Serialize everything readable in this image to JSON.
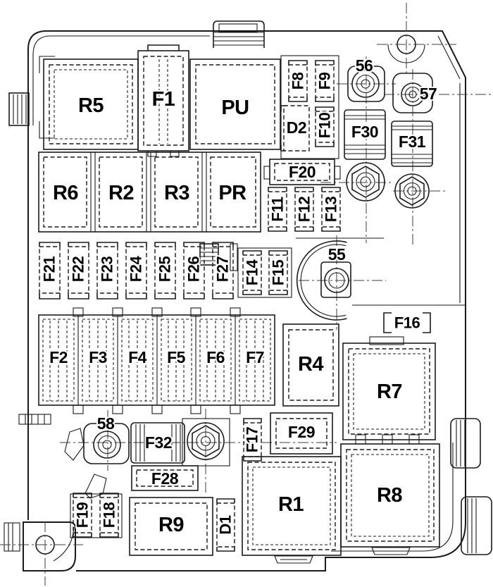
{
  "diagram": {
    "kind": "fuse-box-layout",
    "colors": {
      "line": "#1a1a1a",
      "background": "#ffffff",
      "label": "#000000"
    }
  },
  "labels": {
    "r5": "R5",
    "f1": "F1",
    "pu": "PU",
    "f8": "F8",
    "f9": "F9",
    "d2": "D2",
    "f10": "F10",
    "b56": "56",
    "b57": "57",
    "f30": "F30",
    "f31": "F31",
    "f20": "F20",
    "r6": "R6",
    "r2": "R2",
    "r3": "R3",
    "pr": "PR",
    "f11": "F11",
    "f12": "F12",
    "f13": "F13",
    "f21": "F21",
    "f22": "F22",
    "f23": "F23",
    "f24": "F24",
    "f25": "F25",
    "f26": "F26",
    "f27": "F27",
    "f14": "F14",
    "f15": "F15",
    "b55": "55",
    "f16": "F16",
    "f2": "F2",
    "f3": "F3",
    "f4": "F4",
    "f5": "F5",
    "f6": "F6",
    "f7": "F7",
    "r4": "R4",
    "r7": "R7",
    "b58": "58",
    "f32": "F32",
    "f17": "F17",
    "f29": "F29",
    "f28": "F28",
    "r1": "R1",
    "r8": "R8",
    "f19": "F19",
    "f18": "F18",
    "r9": "R9",
    "d1": "D1"
  }
}
